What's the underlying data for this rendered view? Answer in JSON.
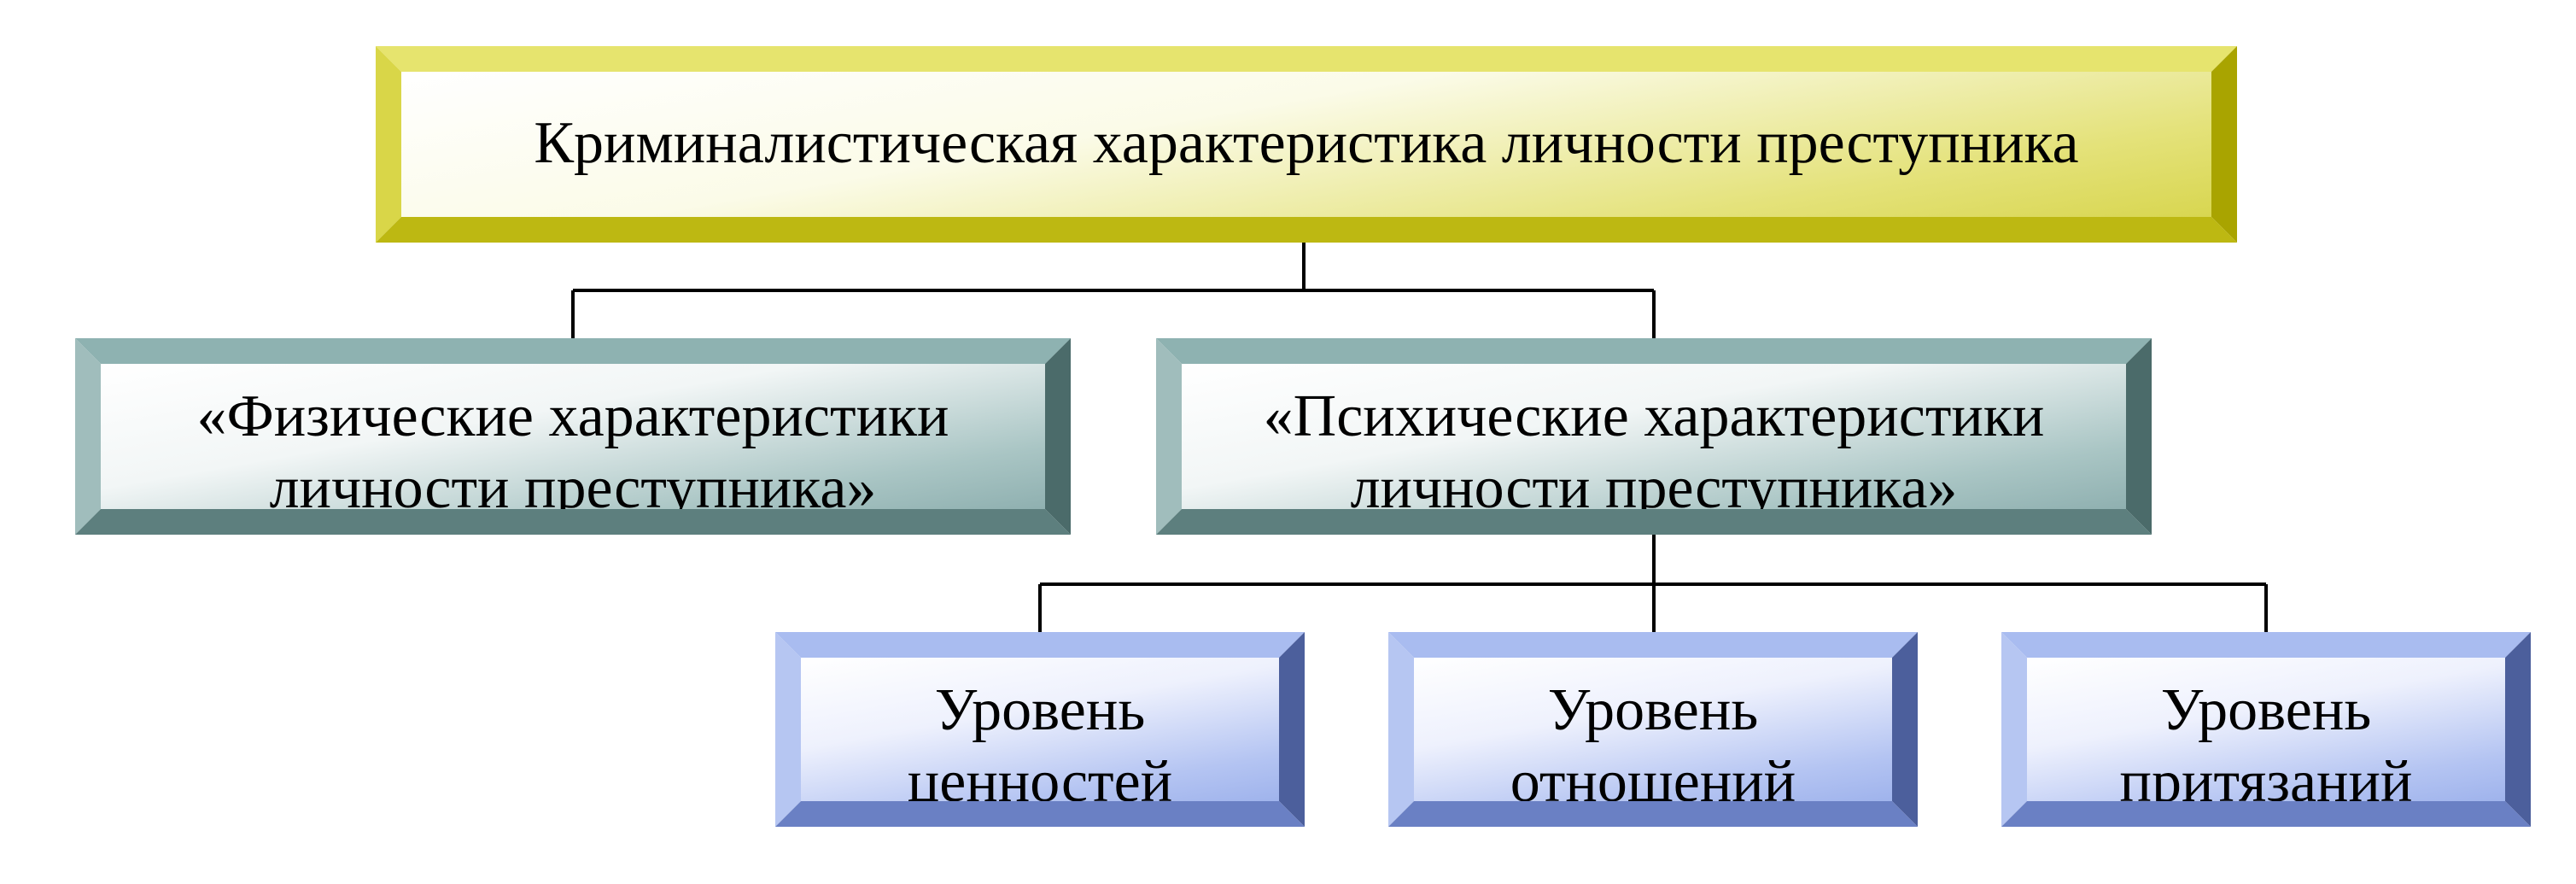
{
  "diagram": {
    "root": {
      "label": "Криминалистическая характеристика личности преступника"
    },
    "physical": {
      "line1": "«Физические характеристики",
      "line2": "личности преступника»"
    },
    "psychical": {
      "line1": "«Психические характеристики",
      "line2": "личности преступника»"
    },
    "values": {
      "line1": "Уровень",
      "line2": "ценностей"
    },
    "relations": {
      "line1": "Уровень",
      "line2": "отношений"
    },
    "claims": {
      "line1": "Уровень",
      "line2": "притязаний"
    }
  },
  "colors": {
    "root_accent": "#c8c41e",
    "level2_accent": "#6f9897",
    "level3_accent": "#7a92d8",
    "connector": "#000000"
  }
}
